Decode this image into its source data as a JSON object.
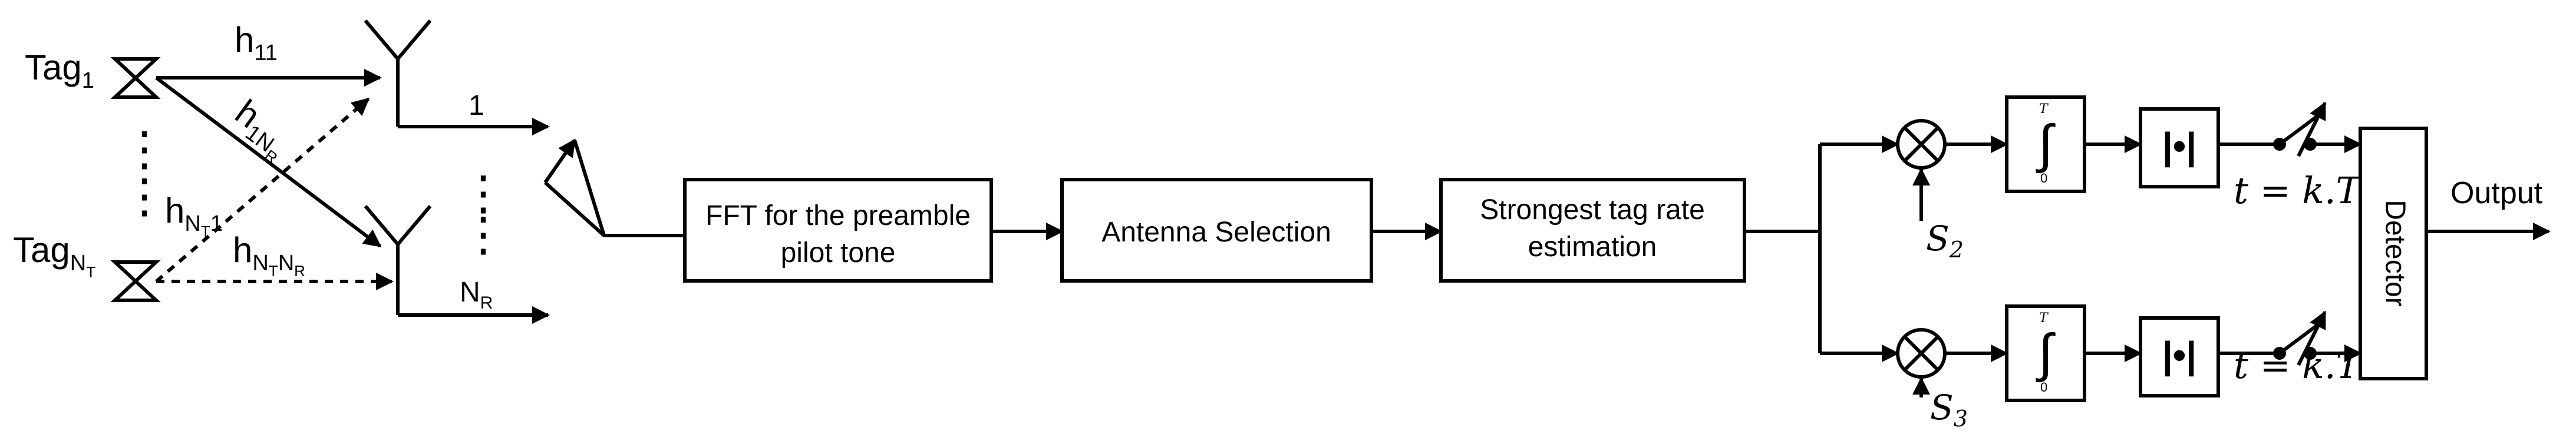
{
  "tags": {
    "tag1": {
      "base": "Tag",
      "sub": "1"
    },
    "tagN": {
      "base": "Tag",
      "sub": "N",
      "subsub": "T"
    },
    "dots": "⋮"
  },
  "channels": {
    "h11": {
      "base": "h",
      "sub": "11"
    },
    "h1NR": {
      "base": "h",
      "sub": "1N",
      "subsub": "R"
    },
    "hNT1": {
      "base": "h",
      "sub": "N",
      "subsub": "T",
      "tail": "1"
    },
    "hNTNR": {
      "base": "h",
      "sub": "N",
      "subsub": "T",
      "mid": "N",
      "subsub2": "R"
    }
  },
  "antennas": {
    "ant1": "1",
    "antN": {
      "base": "N",
      "sub": "R"
    },
    "dots": "⋮"
  },
  "blocks": {
    "fft": [
      "FFT for the preamble",
      "pilot tone"
    ],
    "antenna_selection": "Antenna Selection",
    "strongest": [
      "Strongest tag rate",
      "estimation"
    ],
    "detector": "Detector"
  },
  "branches": {
    "s2": {
      "base": "S",
      "sub": "2"
    },
    "s3": {
      "base": "S",
      "sub": "3"
    },
    "sample_time": "t = k.T",
    "integrator_upper": "T",
    "integrator_lower": "0",
    "abs_symbol": "|•|"
  },
  "output_label": "Output",
  "colors": {
    "stroke": "#000000",
    "background": "#ffffff"
  },
  "icons": [
    "antenna-icon",
    "backscatter-tag-icon",
    "mixer-icon",
    "switch-icon",
    "integrator-icon",
    "absolute-value-icon"
  ]
}
